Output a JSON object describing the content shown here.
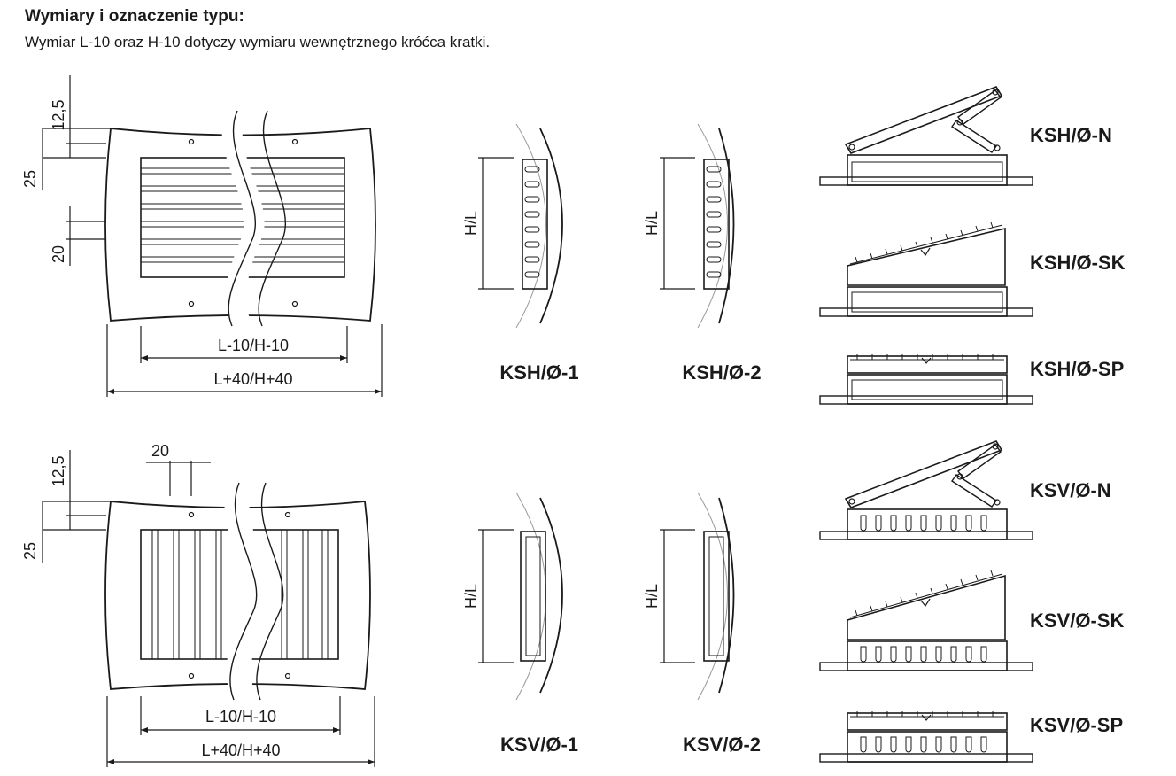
{
  "header": {
    "title": "Wymiary i oznaczenie typu:",
    "subtitle": "Wymiar L-10 oraz H-10 dotyczy wymiaru wewnętrznego króćca kratki."
  },
  "top_front": {
    "dim_12_5": "12,5",
    "dim_25": "25",
    "dim_20": "20",
    "dim_inner": "L-10/H-10",
    "dim_outer": "L+40/H+40"
  },
  "bottom_front": {
    "dim_12_5": "12,5",
    "dim_25": "25",
    "dim_20": "20",
    "dim_inner": "L-10/H-10",
    "dim_outer": "L+40/H+40"
  },
  "side_dim": "H/L",
  "labels": {
    "ksh1": "KSH/Ø-1",
    "ksh2": "KSH/Ø-2",
    "kshN": "KSH/Ø-N",
    "kshSK": "KSH/Ø-SK",
    "kshSP": "KSH/Ø-SP",
    "ksv1": "KSV/Ø-1",
    "ksv2": "KSV/Ø-2",
    "ksvN": "KSV/Ø-N",
    "ksvSK": "KSV/Ø-SK",
    "ksvSP": "KSV/Ø-SP"
  }
}
